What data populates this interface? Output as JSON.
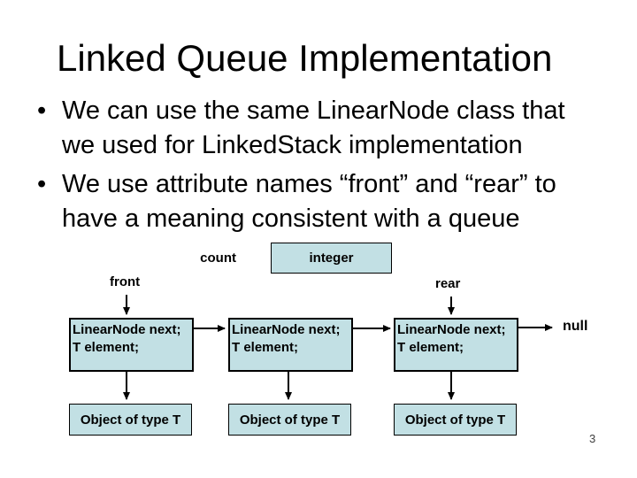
{
  "slide": {
    "title": "Linked Queue Implementation",
    "bullet_char": "•",
    "bullets": [
      {
        "line1": "We can use the same LinearNode class that",
        "line2": "we used for LinkedStack implementation"
      },
      {
        "line1": "We use attribute names “front” and “rear” to",
        "line2": "have a meaning consistent with a queue"
      }
    ],
    "page_number": "3"
  },
  "diagram": {
    "count_label": "count",
    "integer_label": "integer",
    "front_label": "front",
    "rear_label": "rear",
    "null_label": "null",
    "nodes": [
      {
        "line1": "LinearNode next;",
        "line2": "T element;",
        "object_label": "Object of type T"
      },
      {
        "line1": "LinearNode next;",
        "line2": "T element;",
        "object_label": "Object of type T"
      },
      {
        "line1": "LinearNode next;",
        "line2": "T element;",
        "object_label": "Object of type T"
      }
    ],
    "colors": {
      "box_fill": "#c2e0e4",
      "box_border": "#000000",
      "arrow": "#000000",
      "text": "#000000",
      "page_number": "#404040"
    }
  }
}
